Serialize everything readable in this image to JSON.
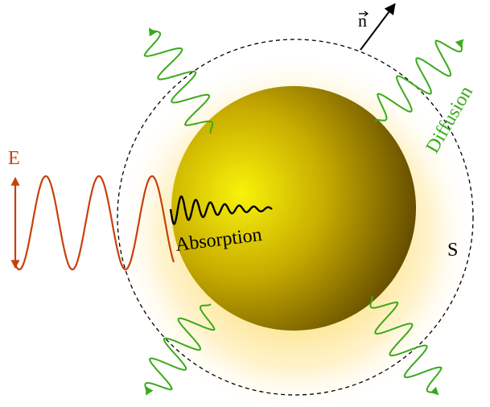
{
  "labels": {
    "field": "E",
    "normal": "n",
    "surface": "S",
    "absorption": "Absorption",
    "scattering": "Diffusion"
  },
  "colors": {
    "field_wave": "#c8400a",
    "scattered_wave": "#3aaa1a",
    "absorbed_wave": "#000000",
    "particle_core": "#f2ee0a",
    "particle_edge": "#6e5500",
    "halo_inner": "#fff0b8",
    "surface_line": "#000000"
  },
  "icons": {
    "field_arrow": "double-headed-arrow",
    "normal_arrow": "vector-arrow"
  }
}
